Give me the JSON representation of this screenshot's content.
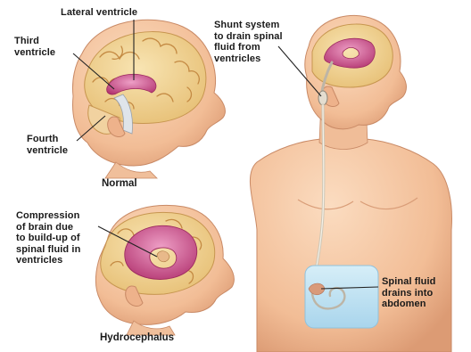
{
  "labels": {
    "lateral_ventricle": "Lateral ventricle",
    "third_ventricle": "Third\nventricle",
    "fourth_ventricle": "Fourth\nventricle",
    "shunt_system": "Shunt system\nto drain spinal\nfluid from\nventricles",
    "compression": "Compression\nof brain due\nto build-up of\nspinal fluid in\nventricles",
    "spinal_fluid_drains": "Spinal fluid\ndrains into\nabdomen"
  },
  "captions": {
    "normal": "Normal",
    "hydrocephalus": "Hydrocephalus"
  },
  "colors": {
    "skin": "#f5c6a0",
    "skin_shade": "#e6a67f",
    "brain": "#f3d79a",
    "brain_fold": "#d9a75a",
    "ventricle": "#c2457f",
    "ventricle_light": "#e58bb5",
    "abdomen_fluid": "#bfe1f2",
    "shunt_tube": "#d8d0c0"
  },
  "icons": [
    "normal-head",
    "shunt-torso",
    "hydrocephalus-head"
  ]
}
